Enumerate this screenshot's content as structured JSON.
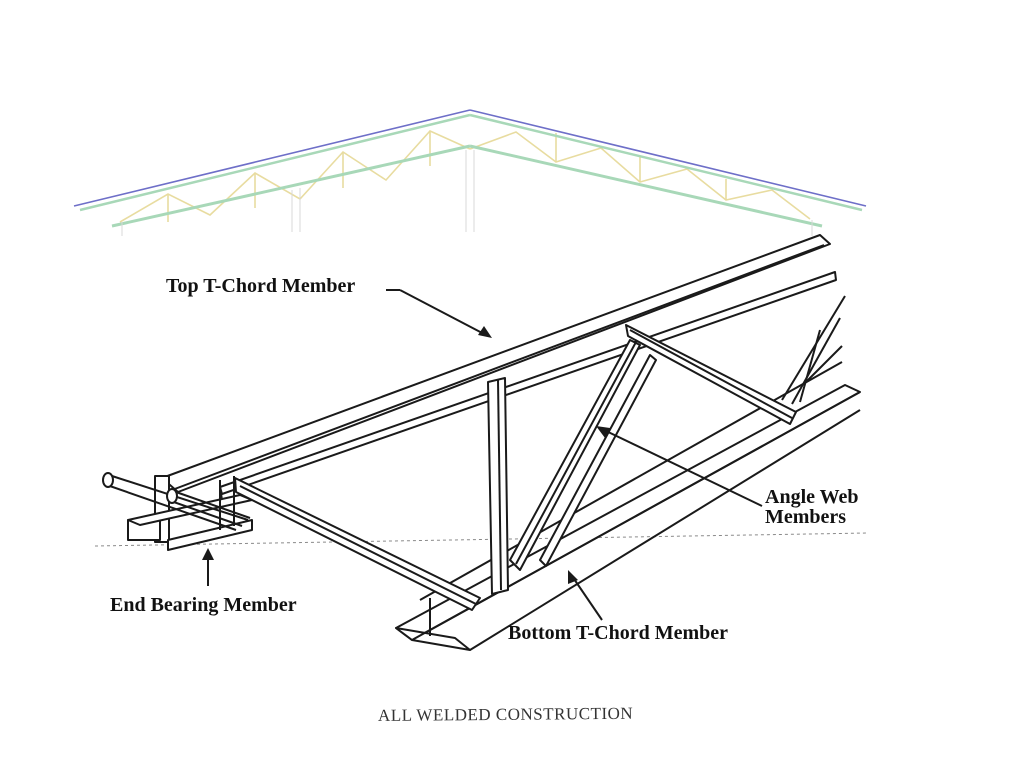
{
  "labels": {
    "top_chord": "Top T-Chord Member",
    "angle_web_line1": "Angle Web",
    "angle_web_line2": "Members",
    "end_bearing": "End Bearing Member",
    "bottom_chord": "Bottom T-Chord Member"
  },
  "caption": "ALL WELDED CONSTRUCTION",
  "colors": {
    "roof_top_line": "#6e6fc8",
    "roof_chord": "#a8d8b8",
    "roof_web": "#e8dca0",
    "line_art": "#1a1a1a"
  },
  "icons": [
    "arrow-icon"
  ]
}
